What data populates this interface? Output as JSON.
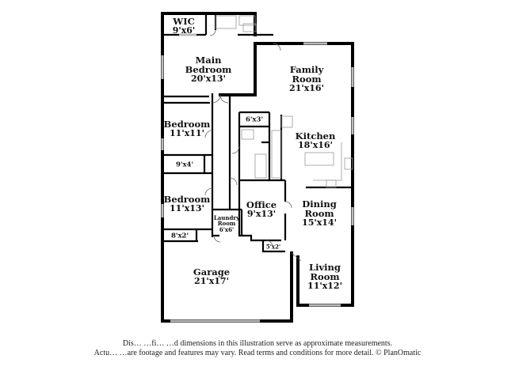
{
  "floorplan": {
    "rooms": [
      {
        "id": "wic",
        "name": "WIC",
        "dims": "9'x6'"
      },
      {
        "id": "main-bedroom",
        "name": "Main Bedroom",
        "name_lines": [
          "Main",
          "Bedroom"
        ],
        "dims": "20'x13'"
      },
      {
        "id": "family-room",
        "name": "Family Room",
        "name_lines": [
          "Family",
          "Room"
        ],
        "dims": "21'x16'"
      },
      {
        "id": "bedroom-1",
        "name": "Bedroom",
        "dims": "11'x11'"
      },
      {
        "id": "closet-6x3",
        "name": "",
        "dims": "6'x3'"
      },
      {
        "id": "kitchen",
        "name": "Kitchen",
        "dims": "18'x16'"
      },
      {
        "id": "closet-9x4",
        "name": "",
        "dims": "9'x4'"
      },
      {
        "id": "bedroom-2",
        "name": "Bedroom",
        "dims": "11'x13'"
      },
      {
        "id": "office",
        "name": "Office",
        "dims": "9'x13'"
      },
      {
        "id": "dining-room",
        "name": "Dining Room",
        "name_lines": [
          "Dining",
          "Room"
        ],
        "dims": "15'x14'"
      },
      {
        "id": "laundry-room",
        "name": "Laundry Room",
        "name_lines": [
          "Laundry",
          "Room"
        ],
        "dims": "6'x6'"
      },
      {
        "id": "closet-8x2",
        "name": "",
        "dims": "8'x2'"
      },
      {
        "id": "closet-5x2",
        "name": "",
        "dims": "5'x2'"
      },
      {
        "id": "garage",
        "name": "Garage",
        "dims": "21'x17'"
      },
      {
        "id": "living-room",
        "name": "Living Room",
        "name_lines": [
          "Living",
          "Room"
        ],
        "dims": "11'x12'"
      }
    ],
    "colors": {
      "wall": "#000000",
      "window": "#d9d9d9",
      "fixture": "#9a9a9a",
      "background": "#ffffff"
    }
  },
  "footer": {
    "line1": "Dis… …fi… …d dimensions in this illustration serve as approximate measurements.",
    "line2": "Actu… …are footage and features may vary. Read terms and conditions for more detail. © PlanOmatic"
  }
}
